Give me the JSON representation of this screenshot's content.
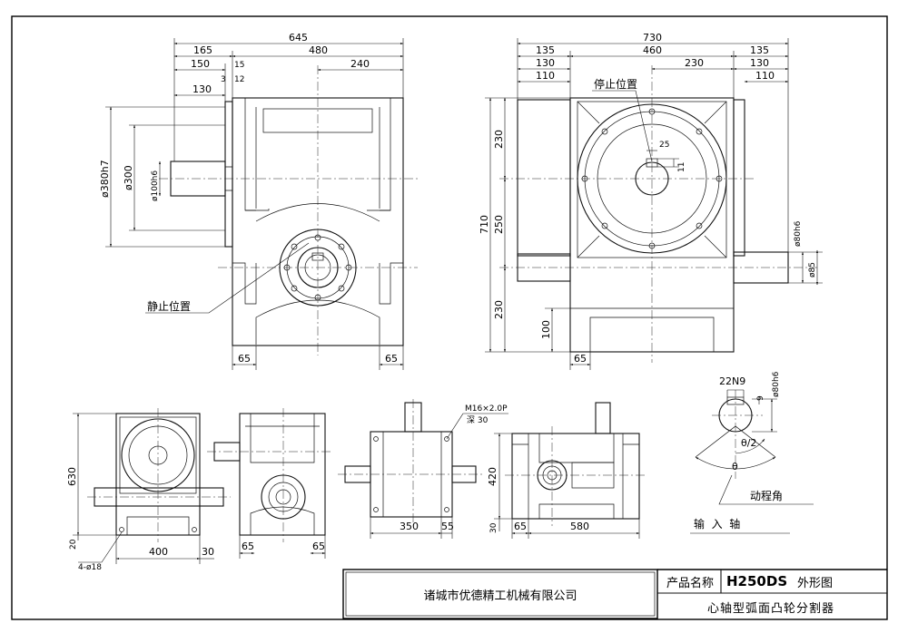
{
  "front_view": {
    "dims_top": [
      "645",
      "165",
      "480",
      "150",
      "15",
      "240",
      "3",
      "12",
      "130"
    ],
    "dims_left": [
      "ø380h7",
      "ø300",
      "ø100h6"
    ],
    "dims_bottom": [
      "65",
      "65"
    ],
    "note": "静止位置"
  },
  "side_view": {
    "dims_top": [
      "730",
      "135",
      "460",
      "135",
      "130",
      "230",
      "130",
      "110",
      "110"
    ],
    "dims_left": [
      "710",
      "230",
      "250",
      "230",
      "100"
    ],
    "dims_right": [
      "ø80h6",
      "ø85"
    ],
    "dims_bottom": [
      "65"
    ],
    "dims_slot": [
      "25",
      "11"
    ],
    "note": "停止位置"
  },
  "small_view_1": {
    "dims": [
      "630",
      "20",
      "400",
      "30"
    ],
    "hole_note": "4-ø18"
  },
  "small_view_2": {
    "dims": [
      "65",
      "65"
    ]
  },
  "small_view_3": {
    "dims": [
      "350",
      "55"
    ],
    "thread_note": "M16×2.0P",
    "depth_note": "深 30"
  },
  "small_view_4": {
    "dims": [
      "420",
      "30",
      "65",
      "580"
    ]
  },
  "shaft_detail": {
    "dims": [
      "22N9",
      "9",
      "ø80h6",
      "θ/2",
      "θ"
    ],
    "note": "动程角",
    "caption": "输  入  轴"
  },
  "title_block": {
    "company": "诸城市优德精工机械有限公司",
    "label": "产品名称",
    "model": "H250DS",
    "drawing_type": "外形图",
    "subtitle": "心轴型弧面凸轮分割器"
  }
}
